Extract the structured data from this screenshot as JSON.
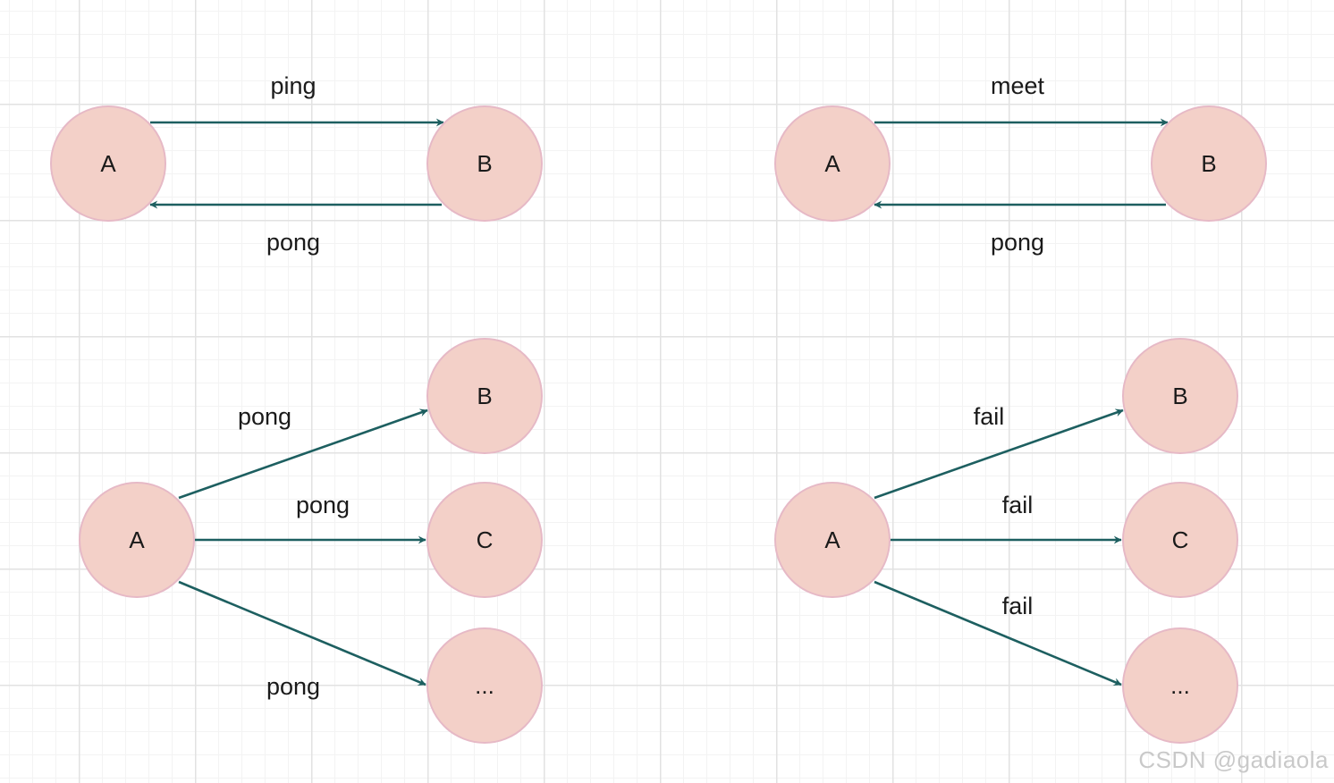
{
  "panels": [
    {
      "nodes": [
        {
          "id": "A",
          "label": "A"
        },
        {
          "id": "B",
          "label": "B"
        }
      ],
      "edges": [
        {
          "from": "A",
          "to": "B",
          "label": "ping"
        },
        {
          "from": "B",
          "to": "A",
          "label": "pong"
        }
      ]
    },
    {
      "nodes": [
        {
          "id": "A",
          "label": "A"
        },
        {
          "id": "B",
          "label": "B"
        }
      ],
      "edges": [
        {
          "from": "A",
          "to": "B",
          "label": "meet"
        },
        {
          "from": "B",
          "to": "A",
          "label": "pong"
        }
      ]
    },
    {
      "nodes": [
        {
          "id": "A",
          "label": "A"
        },
        {
          "id": "B",
          "label": "B"
        },
        {
          "id": "C",
          "label": "C"
        },
        {
          "id": "D",
          "label": "..."
        }
      ],
      "edges": [
        {
          "from": "A",
          "to": "B",
          "label": "pong"
        },
        {
          "from": "A",
          "to": "C",
          "label": "pong"
        },
        {
          "from": "A",
          "to": "D",
          "label": "pong"
        }
      ]
    },
    {
      "nodes": [
        {
          "id": "A",
          "label": "A"
        },
        {
          "id": "B",
          "label": "B"
        },
        {
          "id": "C",
          "label": "C"
        },
        {
          "id": "D",
          "label": "..."
        }
      ],
      "edges": [
        {
          "from": "A",
          "to": "B",
          "label": "fail"
        },
        {
          "from": "A",
          "to": "C",
          "label": "fail"
        },
        {
          "from": "A",
          "to": "D",
          "label": "fail"
        }
      ]
    }
  ],
  "watermark": "CSDN @gadiaola",
  "colors": {
    "node_fill": "#f3d0c8",
    "node_border": "#e6b9c6",
    "edge": "#1d5f60"
  }
}
